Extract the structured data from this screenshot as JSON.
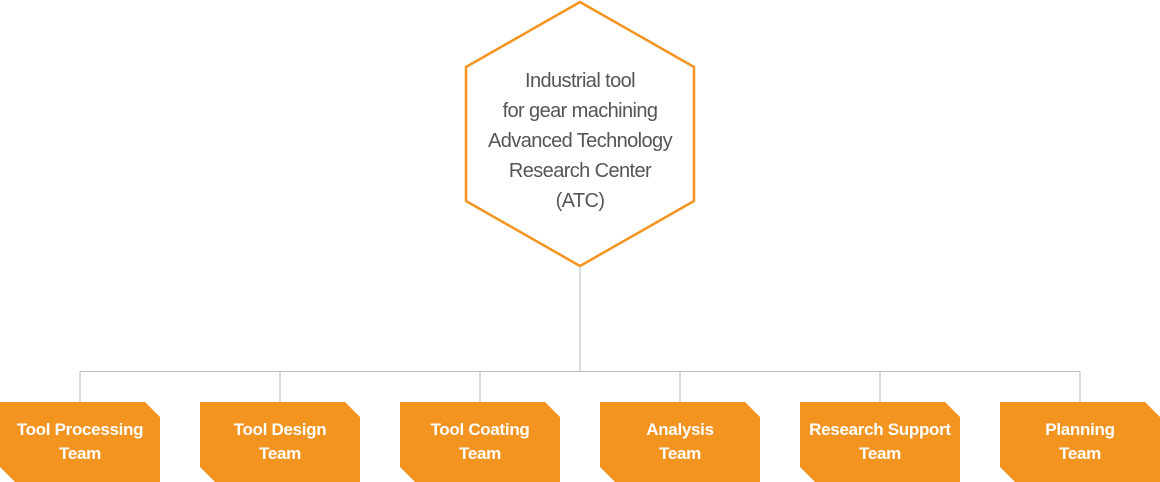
{
  "colors": {
    "accent": "#F39420",
    "connector": "#BBBBBB",
    "root_text": "#555555",
    "team_text": "#FFFFFF"
  },
  "root": {
    "lines": [
      "Industrial tool",
      "for gear machining",
      "Advanced Technology",
      "Research Center",
      "(ATC)"
    ]
  },
  "teams": [
    {
      "line1": "Tool Processing",
      "line2": "Team"
    },
    {
      "line1": "Tool Design",
      "line2": "Team"
    },
    {
      "line1": "Tool Coating",
      "line2": "Team"
    },
    {
      "line1": "Analysis",
      "line2": "Team"
    },
    {
      "line1": "Research Support",
      "line2": "Team"
    },
    {
      "line1": "Planning",
      "line2": "Team"
    }
  ]
}
